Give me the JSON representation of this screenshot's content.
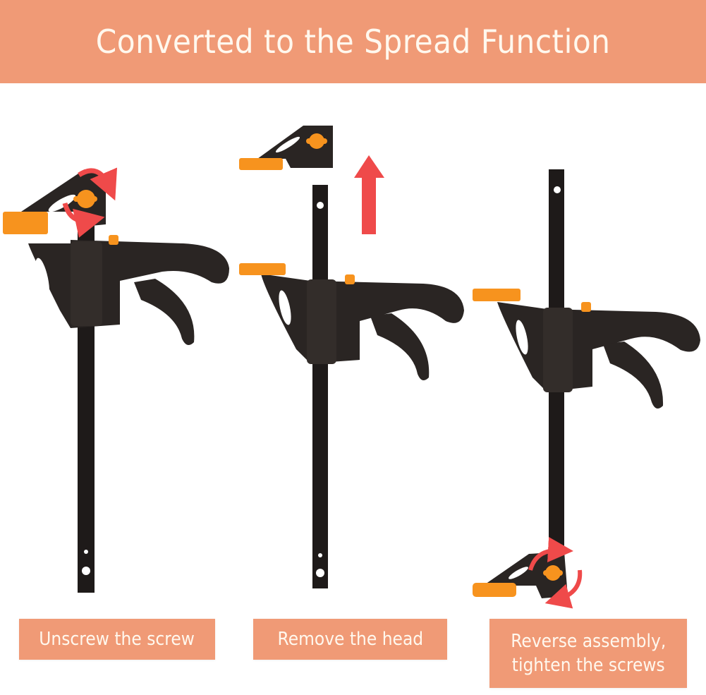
{
  "banner": {
    "title": "Converted to the Spread Function",
    "background": "#f09a76",
    "text_color": "#fff8ee"
  },
  "steps": [
    {
      "step": 1,
      "label": "Unscrew the screw",
      "illustration": "clamp-with-rotation-arrows-icon"
    },
    {
      "step": 2,
      "label": "Remove the head",
      "illustration": "clamp-head-removed-with-up-arrow-icon"
    },
    {
      "step": 3,
      "label": "Reverse assembly,\ntighten the screws",
      "illustration": "clamp-head-reversed-at-bottom-icon"
    }
  ],
  "colors": {
    "clamp_body": "#2a2523",
    "clamp_accent": "#f7931e",
    "arrow": "#ef4a4a",
    "caption_bg": "#f09a76"
  }
}
